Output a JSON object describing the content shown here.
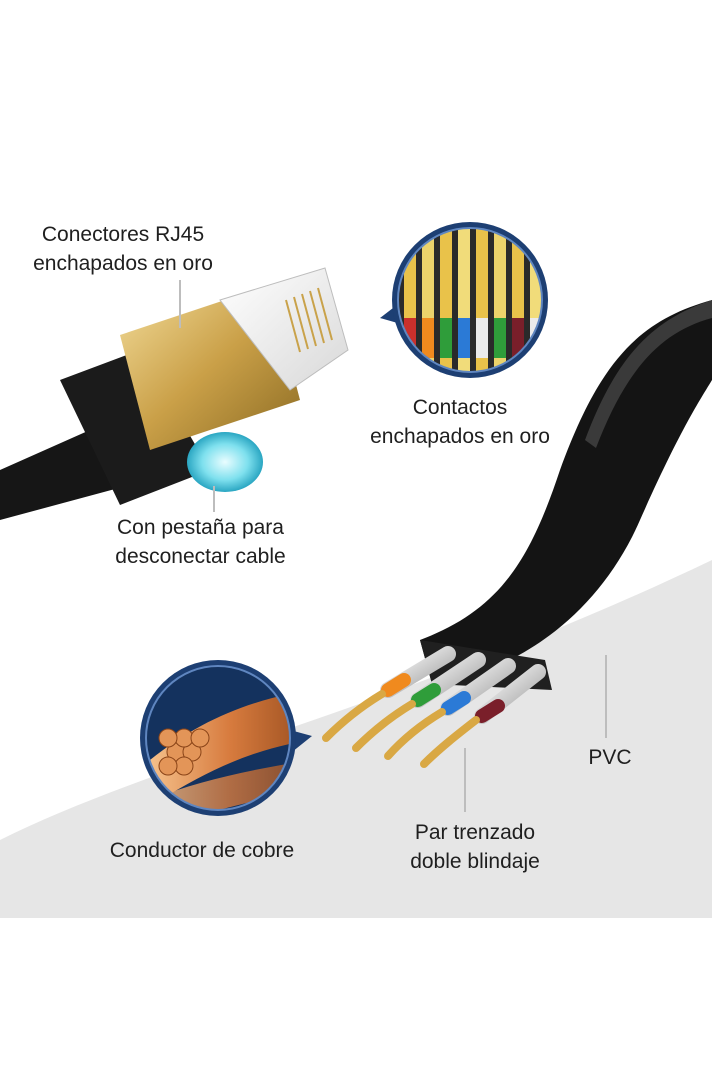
{
  "labels": {
    "rj45": {
      "line1": "Conectores RJ45",
      "line2": "enchapados en oro"
    },
    "contactos": {
      "line1": "Contactos",
      "line2": "enchapados en oro"
    },
    "pestana": {
      "line1": "Con pestaña para",
      "line2": "desconectar cable"
    },
    "pvc": {
      "line1": "PVC"
    },
    "cobre": {
      "line1": "Conductor de cobre"
    },
    "par": {
      "line1": "Par trenzado",
      "line2": "doble blindaje"
    }
  },
  "colors": {
    "background": "#ffffff",
    "floor": "#e6e6e6",
    "cable": "#161616",
    "gold": "#c9a24a",
    "copper": "#d9834a",
    "badge_ring": "#1d3f73",
    "text": "#1f1f1f"
  },
  "wire_colors": [
    "#f08a1e",
    "#2f9d3a",
    "#2b7ad6",
    "#7a1f2a"
  ]
}
